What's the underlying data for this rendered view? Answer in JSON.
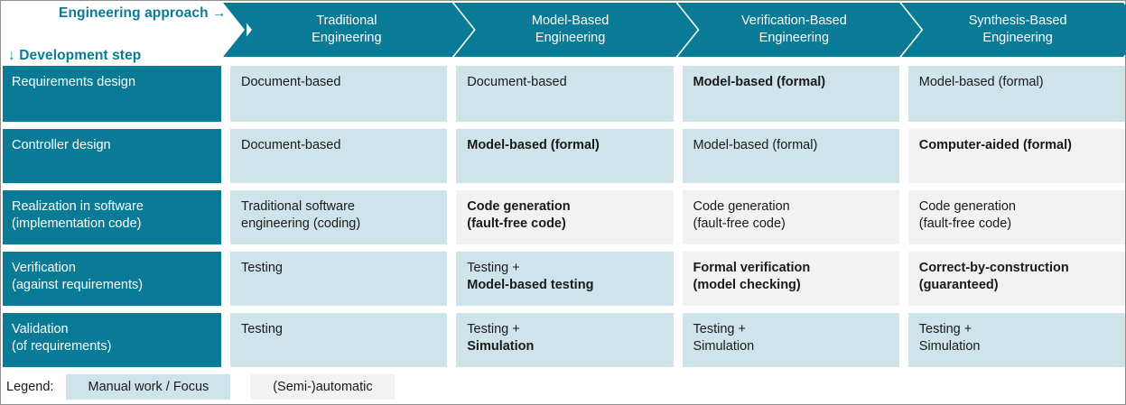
{
  "axes": {
    "approach_caption": "Engineering approach →",
    "step_caption": "↓ Development step"
  },
  "colors": {
    "teal": "#0a7b96",
    "manual": "#cfe4ea",
    "automatic": "#f2f2f2",
    "text": "#1a1a1a"
  },
  "columns": [
    {
      "line1": "Traditional",
      "line2": "Engineering"
    },
    {
      "line1": "Model-Based",
      "line2": "Engineering"
    },
    {
      "line1": "Verification-Based",
      "line2": "Engineering"
    },
    {
      "line1": "Synthesis-Based",
      "line2": "Engineering"
    }
  ],
  "rows": [
    {
      "label_line1": "Requirements design",
      "label_line2": "",
      "cells": [
        {
          "fill": "manual",
          "lines": [
            {
              "text": "Document-based",
              "bold": false
            }
          ]
        },
        {
          "fill": "manual",
          "lines": [
            {
              "text": "Document-based",
              "bold": false
            }
          ]
        },
        {
          "fill": "manual",
          "lines": [
            {
              "text": "Model-based (formal)",
              "bold": true
            }
          ]
        },
        {
          "fill": "manual",
          "lines": [
            {
              "text": "Model-based (formal)",
              "bold": false
            }
          ]
        }
      ]
    },
    {
      "label_line1": "Controller design",
      "label_line2": "",
      "cells": [
        {
          "fill": "manual",
          "lines": [
            {
              "text": "Document-based",
              "bold": false
            }
          ]
        },
        {
          "fill": "manual",
          "lines": [
            {
              "text": "Model-based (formal)",
              "bold": true
            }
          ]
        },
        {
          "fill": "manual",
          "lines": [
            {
              "text": "Model-based (formal)",
              "bold": false
            }
          ]
        },
        {
          "fill": "auto",
          "lines": [
            {
              "text": "Computer-aided (formal)",
              "bold": true
            }
          ]
        }
      ]
    },
    {
      "label_line1": "Realization in software",
      "label_line2": "(implementation code)",
      "cells": [
        {
          "fill": "manual",
          "lines": [
            {
              "text": "Traditional software",
              "bold": false
            },
            {
              "text": "engineering (coding)",
              "bold": false
            }
          ]
        },
        {
          "fill": "auto",
          "lines": [
            {
              "text": "Code generation",
              "bold": true
            },
            {
              "text": "(fault-free code)",
              "bold": true
            }
          ]
        },
        {
          "fill": "auto",
          "lines": [
            {
              "text": "Code generation",
              "bold": false
            },
            {
              "text": "(fault-free code)",
              "bold": false
            }
          ]
        },
        {
          "fill": "auto",
          "lines": [
            {
              "text": "Code generation",
              "bold": false
            },
            {
              "text": "(fault-free code)",
              "bold": false
            }
          ]
        }
      ]
    },
    {
      "label_line1": "Verification",
      "label_line2": "(against requirements)",
      "cells": [
        {
          "fill": "manual",
          "lines": [
            {
              "text": "Testing",
              "bold": false
            }
          ]
        },
        {
          "fill": "manual",
          "lines": [
            {
              "text": "Testing +",
              "bold": false
            },
            {
              "text": "Model-based testing",
              "bold": true
            }
          ]
        },
        {
          "fill": "auto",
          "lines": [
            {
              "text": "Formal verification",
              "bold": true
            },
            {
              "text": "(model checking)",
              "bold": true
            }
          ]
        },
        {
          "fill": "auto",
          "lines": [
            {
              "text": "Correct-by-construction",
              "bold": true
            },
            {
              "text": "(guaranteed)",
              "bold": true
            }
          ]
        }
      ]
    },
    {
      "label_line1": "Validation",
      "label_line2": "(of requirements)",
      "cells": [
        {
          "fill": "manual",
          "lines": [
            {
              "text": "Testing",
              "bold": false
            }
          ]
        },
        {
          "fill": "manual",
          "lines": [
            {
              "text": "Testing +",
              "bold": false
            },
            {
              "text": "Simulation",
              "bold": true
            }
          ]
        },
        {
          "fill": "manual",
          "lines": [
            {
              "text": "Testing +",
              "bold": false
            },
            {
              "text": "Simulation",
              "bold": false
            }
          ]
        },
        {
          "fill": "manual",
          "lines": [
            {
              "text": "Testing +",
              "bold": false
            },
            {
              "text": "Simulation",
              "bold": false
            }
          ]
        }
      ]
    }
  ],
  "legend": {
    "label": "Legend:",
    "manual_label": "Manual work / Focus",
    "automatic_label": "(Semi-)automatic"
  }
}
